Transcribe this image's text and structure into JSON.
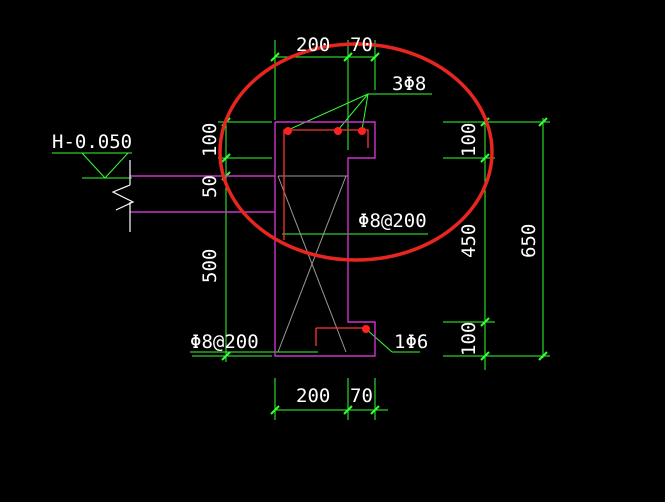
{
  "colors": {
    "background": "#000000",
    "dimension_line": "#33ff33",
    "outline": "#cc33cc",
    "rebar": "#ff3333",
    "text": "#ffffff",
    "highlight_circle": "#e8261f",
    "hatch": "#9a9a9a"
  },
  "labels": {
    "elevation": "H-0.050",
    "top_width_main": "200",
    "top_width_step": "70",
    "bottom_width_main": "200",
    "bottom_width_step": "70",
    "left_top": "100",
    "left_slab": "50",
    "left_body": "500",
    "right_top": "100",
    "right_mid": "450",
    "right_bottom": "100",
    "right_total": "650",
    "top_rebar": "3Φ8",
    "stirrup_right": "Φ8@200",
    "stirrup_left": "Φ8@200",
    "bottom_rebar": "1Φ6"
  }
}
